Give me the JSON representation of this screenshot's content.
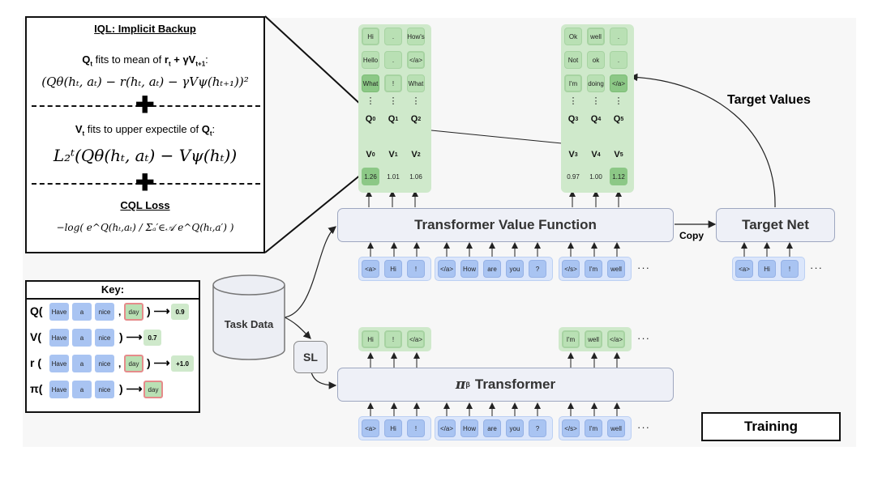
{
  "iql": {
    "title": "IQL: Implicit Backup",
    "q_line": "fits to mean of",
    "q_formula": "(Qθ(hₜ, aₜ) − r(hₜ, aₜ) − γVψ(hₜ₊₁))²",
    "v_line": "fits to upper expectile of",
    "v_formula": "L₂ᵗ(Qθ(hₜ, aₜ) − Vψ(hₜ))",
    "cql_title": "CQL Loss",
    "cql_formula": "−log( e^Q(hₜ,aₜ) / Σₐ′∈𝒜 e^Q(hₜ,a′) )"
  },
  "key": {
    "title": "Key:",
    "rows": [
      {
        "label": "Q(",
        "tokens": [
          "Have",
          "a",
          "nice"
        ],
        "extra": "day",
        "value": "0.9"
      },
      {
        "label": "V(",
        "tokens": [
          "Have",
          "a",
          "nice"
        ],
        "value": "0.7"
      },
      {
        "label": "r (",
        "tokens": [
          "Have",
          "a",
          "nice"
        ],
        "extra": "day",
        "value": "+1.0"
      },
      {
        "label": "π(",
        "tokens": [
          "Have",
          "a",
          "nice"
        ],
        "extra": "day"
      }
    ]
  },
  "task_data": "Task Data",
  "sl": "SL",
  "tvf": "Transformer Value Function",
  "target_net": "Target Net",
  "copy": "Copy",
  "target_values": "Target Values",
  "pi_transformer": "Transformer",
  "training": "Training",
  "input_tokens": [
    "<a>",
    "Hi",
    "!",
    "</a>",
    "How",
    "are",
    "you",
    "?",
    "</s>",
    "I'm",
    "well"
  ],
  "target_tokens": [
    "<a>",
    "Hi",
    "!"
  ],
  "ellipsis": "···",
  "q_columns_left": [
    {
      "top": "Hi",
      "mid": "Hello",
      "bot": "What",
      "q": "Q0",
      "v": "V0",
      "val": "1.26"
    },
    {
      "top": ".",
      "mid": ".",
      "bot": "!",
      "q": "Q1",
      "v": "V1",
      "val": "1.01"
    },
    {
      "top": "How's",
      "mid": "</a>",
      "bot": "What",
      "q": "Q2",
      "v": "V2",
      "val": "1.06"
    }
  ],
  "q_columns_right": [
    {
      "top": "Ok",
      "mid": "Not",
      "bot": "I'm",
      "q": "Q3",
      "v": "V3",
      "val": "0.97"
    },
    {
      "top": "well",
      "mid": "ok",
      "bot": "doing",
      "q": "Q4",
      "v": "V4",
      "val": "1.00"
    },
    {
      "top": ".",
      "mid": ".",
      "bot": "</a>",
      "q": "Q5",
      "v": "V5",
      "val": "1.12"
    }
  ],
  "policy_out_left": [
    "Hi",
    "!",
    "</a>"
  ],
  "policy_out_right": [
    "I'm",
    "well",
    "</a>"
  ]
}
